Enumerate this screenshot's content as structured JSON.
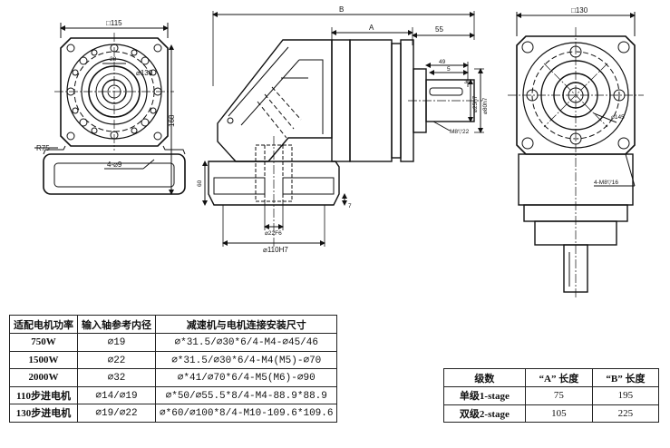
{
  "drawing": {
    "left_view": {
      "square": "□115",
      "dia_130": "⌀130",
      "w28": "28",
      "dim_168": "168",
      "r75": "R75",
      "holes": "4-⌀9"
    },
    "mid_view": {
      "B": "B",
      "A": "A",
      "d55": "55",
      "d49": "49",
      "d5": "5",
      "d3": "3",
      "d25": "⌀25h7",
      "d80": "⌀80h7",
      "m8": "M8▽22",
      "d22": "⌀22F6",
      "d60": "60",
      "d110": "⌀110H7",
      "d7": "7"
    },
    "right_view": {
      "square": "□130",
      "dia_145": "⌀145",
      "holes": "4-M8▽16"
    }
  },
  "spec_table": {
    "headers": [
      "适配电机功率",
      "输入轴参考内径",
      "减速机与电机连接安装尺寸"
    ],
    "rows": [
      [
        "750W",
        "⌀19",
        "⌀*31.5/⌀30*6/4-M4-⌀45/46"
      ],
      [
        "1500W",
        "⌀22",
        "⌀*31.5/⌀30*6/4-M4(M5)-⌀70"
      ],
      [
        "2000W",
        "⌀32",
        "⌀*41/⌀70*6/4-M5(M6)-⌀90"
      ],
      [
        "110步进电机",
        "⌀14/⌀19",
        "⌀*50/⌀55.5*8/4-M4-88.9*88.9"
      ],
      [
        "130步进电机",
        "⌀19/⌀22",
        "⌀*60/⌀100*8/4-M10-109.6*109.6"
      ]
    ]
  },
  "stage_table": {
    "headers": [
      "级数",
      "“A” 长度",
      "“B” 长度"
    ],
    "rows": [
      [
        "单级1-stage",
        "75",
        "195"
      ],
      [
        "双级2-stage",
        "105",
        "225"
      ]
    ]
  }
}
